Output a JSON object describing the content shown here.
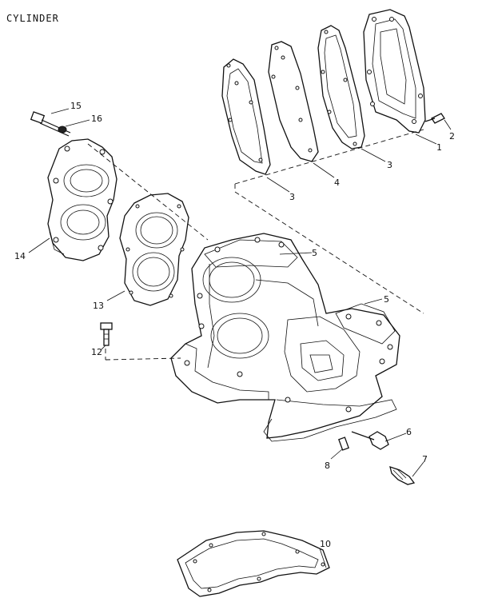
{
  "title": "CYLINDER",
  "callouts": [
    {
      "id": "c1",
      "label": "1"
    },
    {
      "id": "c2",
      "label": "2"
    },
    {
      "id": "c3a",
      "label": "3"
    },
    {
      "id": "c3b",
      "label": "3"
    },
    {
      "id": "c4",
      "label": "4"
    },
    {
      "id": "c5a",
      "label": "5"
    },
    {
      "id": "c5b",
      "label": "5"
    },
    {
      "id": "c6",
      "label": "6"
    },
    {
      "id": "c7",
      "label": "7"
    },
    {
      "id": "c8",
      "label": "8"
    },
    {
      "id": "c10",
      "label": "10"
    },
    {
      "id": "c12",
      "label": "12"
    },
    {
      "id": "c13",
      "label": "13"
    },
    {
      "id": "c14",
      "label": "14"
    },
    {
      "id": "c15",
      "label": "15"
    },
    {
      "id": "c16",
      "label": "16"
    }
  ]
}
